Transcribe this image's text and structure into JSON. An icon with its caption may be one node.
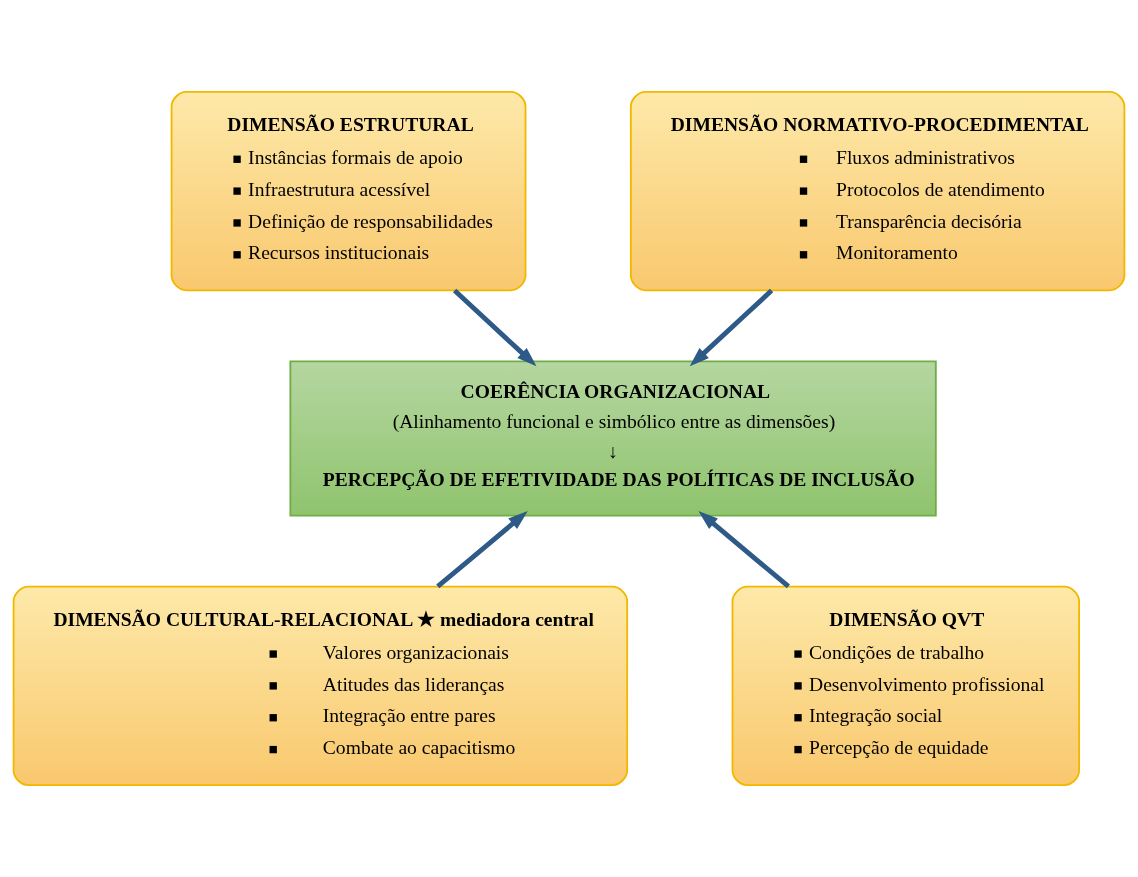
{
  "diagram": {
    "nodes": [
      {
        "text": [
          "DIMENSÃO ESTRUTURAL",
          "Instâncias formais de apoio",
          "Infraestrutura acessível",
          "Definição de responsabilidades",
          "Recursos institucionais"
        ]
      },
      {
        "text": [
          "DIMENSÃO NORMATIVO-PROCEDIMENTAL",
          "Fluxos administrativos",
          "Protocolos de atendimento",
          "Transparência decisória",
          "Monitoramento"
        ]
      },
      {
        "text": [
          "COERÊNCIA ORGANIZACIONAL",
          "(Alinhamento funcional e simbólico entre as dimensões)",
          "↓",
          "PERCEPÇÃO DE EFETIVIDADE DAS POLÍTICAS DE INCLUSÃO"
        ]
      },
      {
        "text": [
          "DIMENSÃO CULTURAL-RELACIONAL ★ mediadora central",
          "Valores organizacionais",
          "Atitudes das lideranças",
          "Integração entre pares",
          "Combate ao capacitismo"
        ]
      },
      {
        "text": [
          "DIMENSÃO QVT",
          "Condições de trabalho",
          "Desenvolvimento profissional",
          "Integração social",
          "Percepção de equidade"
        ]
      }
    ],
    "edges": [
      {
        "from": 0,
        "to": 2,
        "arrow": "to"
      },
      {
        "from": 1,
        "to": 2,
        "arrow": "to"
      },
      {
        "from": 3,
        "to": 2,
        "arrow": "to"
      },
      {
        "from": 4,
        "to": 2,
        "arrow": "to"
      }
    ]
  }
}
